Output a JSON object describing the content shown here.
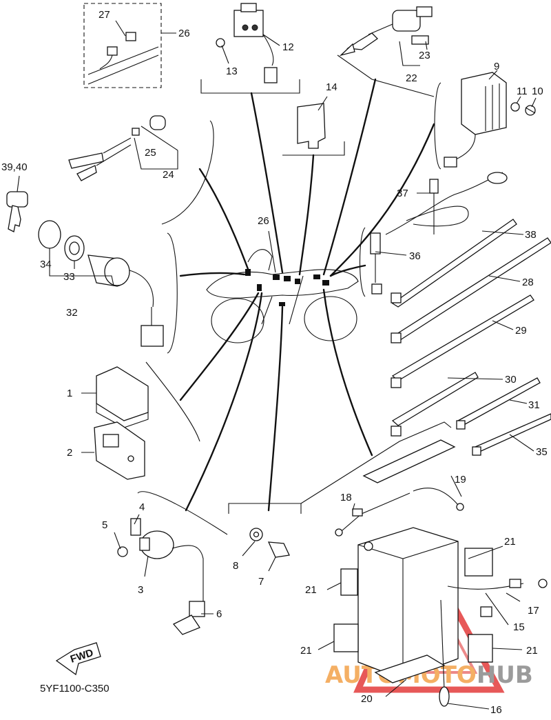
{
  "diagram_code": "5YF1100-C350",
  "fwd_label": "FWD",
  "watermark": {
    "brand": "AUTOMOTOHUB",
    "text_part1": "AUTOMOTO",
    "text_part2": "HUB",
    "color_orange": "#f3a24a",
    "color_gray": "#8a8a8a",
    "color_red": "#e33b3b"
  },
  "callouts": {
    "c1": "1",
    "c2": "2",
    "c3": "3",
    "c4": "4",
    "c5": "5",
    "c6": "6",
    "c7": "7",
    "c8": "8",
    "c9": "9",
    "c10": "10",
    "c11": "11",
    "c12": "12",
    "c13": "13",
    "c14": "14",
    "c15": "15",
    "c16": "16",
    "c17": "17",
    "c18": "18",
    "c19": "19",
    "c20": "20",
    "c21a": "21",
    "c21b": "21",
    "c21c": "21",
    "c21d": "21",
    "c22": "22",
    "c23": "23",
    "c24": "24",
    "c25": "25",
    "c26a": "26",
    "c26b": "26",
    "c27": "27",
    "c28": "28",
    "c29": "29",
    "c30": "30",
    "c31": "31",
    "c32": "32",
    "c33": "33",
    "c34": "34",
    "c35": "35",
    "c36": "36",
    "c37": "37",
    "c38": "38",
    "c3940": "39,40"
  }
}
